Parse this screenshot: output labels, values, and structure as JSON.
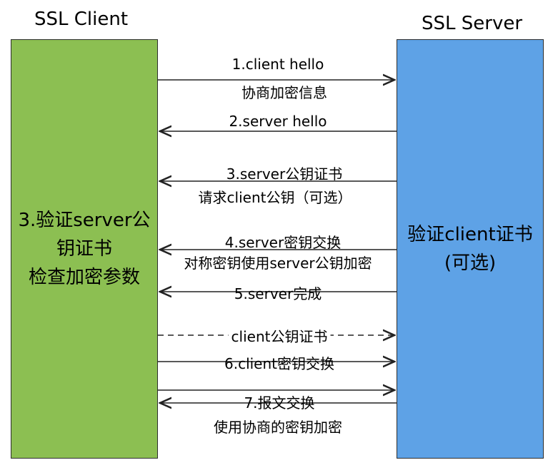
{
  "client": {
    "title": "SSL Client",
    "text": "3.验证server公\n钥证书\n检查加密参数",
    "color": "#8cbf52"
  },
  "server": {
    "title": "SSL Server",
    "text": "验证client证书\n(可选)",
    "color": "#5ea2e6"
  },
  "messages": [
    {
      "label": "1.client hello",
      "label2": "协商加密信息",
      "direction": "to-server",
      "style": "solid"
    },
    {
      "label": "2.server hello",
      "direction": "to-client",
      "style": "solid"
    },
    {
      "label": "3.server公钥证书",
      "label2": "请求client公钥（可选）",
      "direction": "to-client",
      "style": "solid"
    },
    {
      "label": "4.server密钥交换",
      "label2": "对称密钥使用server公钥加密",
      "direction": "to-client",
      "style": "solid"
    },
    {
      "label": "5.server完成",
      "direction": "to-client",
      "style": "solid"
    },
    {
      "label": "client公钥证书",
      "direction": "to-server",
      "style": "dashed"
    },
    {
      "label": "6.client密钥交换",
      "direction": "to-server",
      "style": "solid"
    },
    {
      "label": "7.报文交换",
      "label2": "使用协商的密钥加密",
      "direction": "both",
      "style": "solid"
    }
  ]
}
